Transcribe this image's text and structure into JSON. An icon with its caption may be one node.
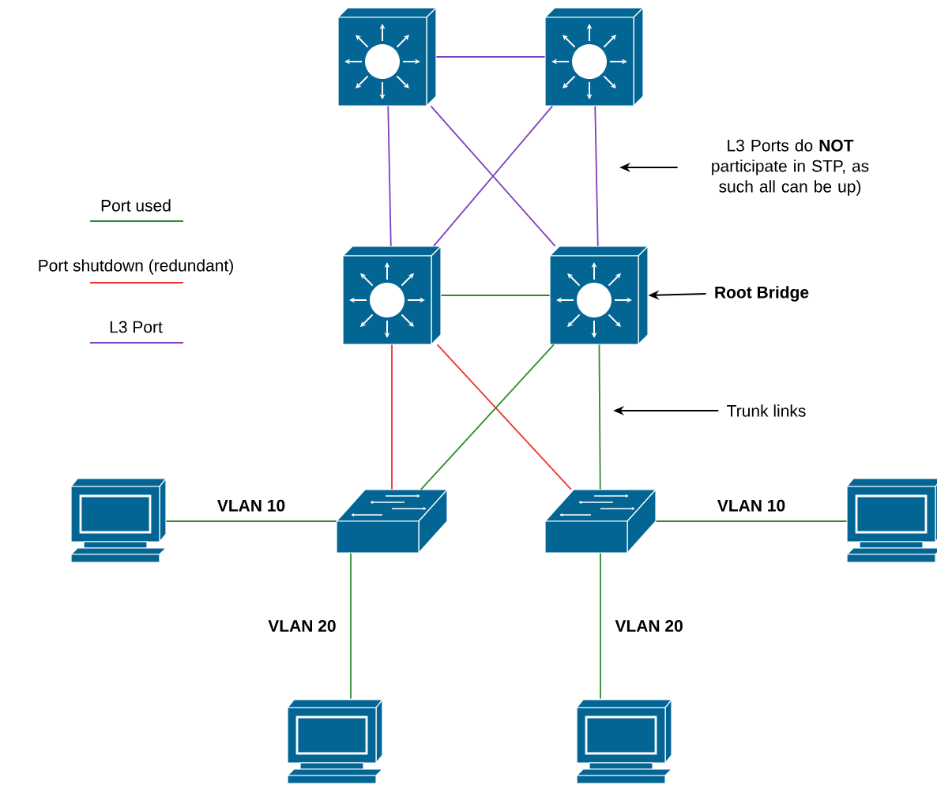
{
  "diagram": {
    "nodes": [
      {
        "text": [],
        "shape": "picture"
      },
      {
        "text": [],
        "shape": "picture"
      },
      {
        "text": [
          "L3 Ports do **NOT** participate in STP, as such all can be up)"
        ]
      },
      {
        "text": [],
        "shape": "picture"
      },
      {
        "text": [],
        "shape": "picture"
      },
      {
        "text": [
          "Root Bridge"
        ]
      },
      {
        "text": [
          "Trunk links"
        ]
      },
      {
        "text": [],
        "shape": "picture"
      },
      {
        "text": [],
        "shape": "picture"
      },
      {
        "text": [],
        "shape": "picture"
      },
      {
        "text": [],
        "shape": "picture"
      },
      {
        "text": [],
        "shape": "picture"
      },
      {
        "text": [],
        "shape": "picture"
      }
    ],
    "edges": [
      {
        "from": 0,
        "to": 1,
        "arrow": "none",
        "color": "#7f3fbf"
      },
      {
        "from": 0,
        "to": 3,
        "arrow": "none",
        "color": "#7f3fbf"
      },
      {
        "from": 0,
        "to": 4,
        "arrow": "none",
        "color": "#7f3fbf"
      },
      {
        "from": 1,
        "to": 3,
        "arrow": "none",
        "color": "#7f3fbf"
      },
      {
        "from": 1,
        "to": 4,
        "arrow": "none",
        "color": "#7f3fbf"
      },
      {
        "from": 3,
        "to": 4,
        "arrow": "none"
      },
      {
        "from": 3,
        "to": 8,
        "arrow": "none",
        "color": "#f03030"
      },
      {
        "from": 3,
        "to": 9,
        "arrow": "none",
        "color": "#f03030"
      },
      {
        "from": 4,
        "to": 8,
        "arrow": "none"
      },
      {
        "from": 4,
        "to": 9,
        "arrow": "none"
      },
      {
        "from": 7,
        "to": 8,
        "arrow": "none",
        "label": "VLAN 10"
      },
      {
        "from": 9,
        "to": 10,
        "arrow": "none",
        "label": "VLAN 10"
      },
      {
        "from": 8,
        "to": 11,
        "arrow": "none",
        "label": "VLAN 20"
      },
      {
        "from": 9,
        "to": 12,
        "arrow": "none",
        "label": "VLAN 20"
      },
      {
        "from": 2,
        "to": null,
        "arrow": "to",
        "color": "#000000"
      },
      {
        "from": 5,
        "to": 4,
        "arrow": "to",
        "color": "#000000"
      },
      {
        "from": 6,
        "to": null,
        "arrow": "to",
        "color": "#000000"
      }
    ],
    "legend": [
      {
        "text": "Port used"
      },
      {
        "text": "Port shutdown (redundant)"
      },
      {
        "text": "L3 Port"
      }
    ]
  }
}
